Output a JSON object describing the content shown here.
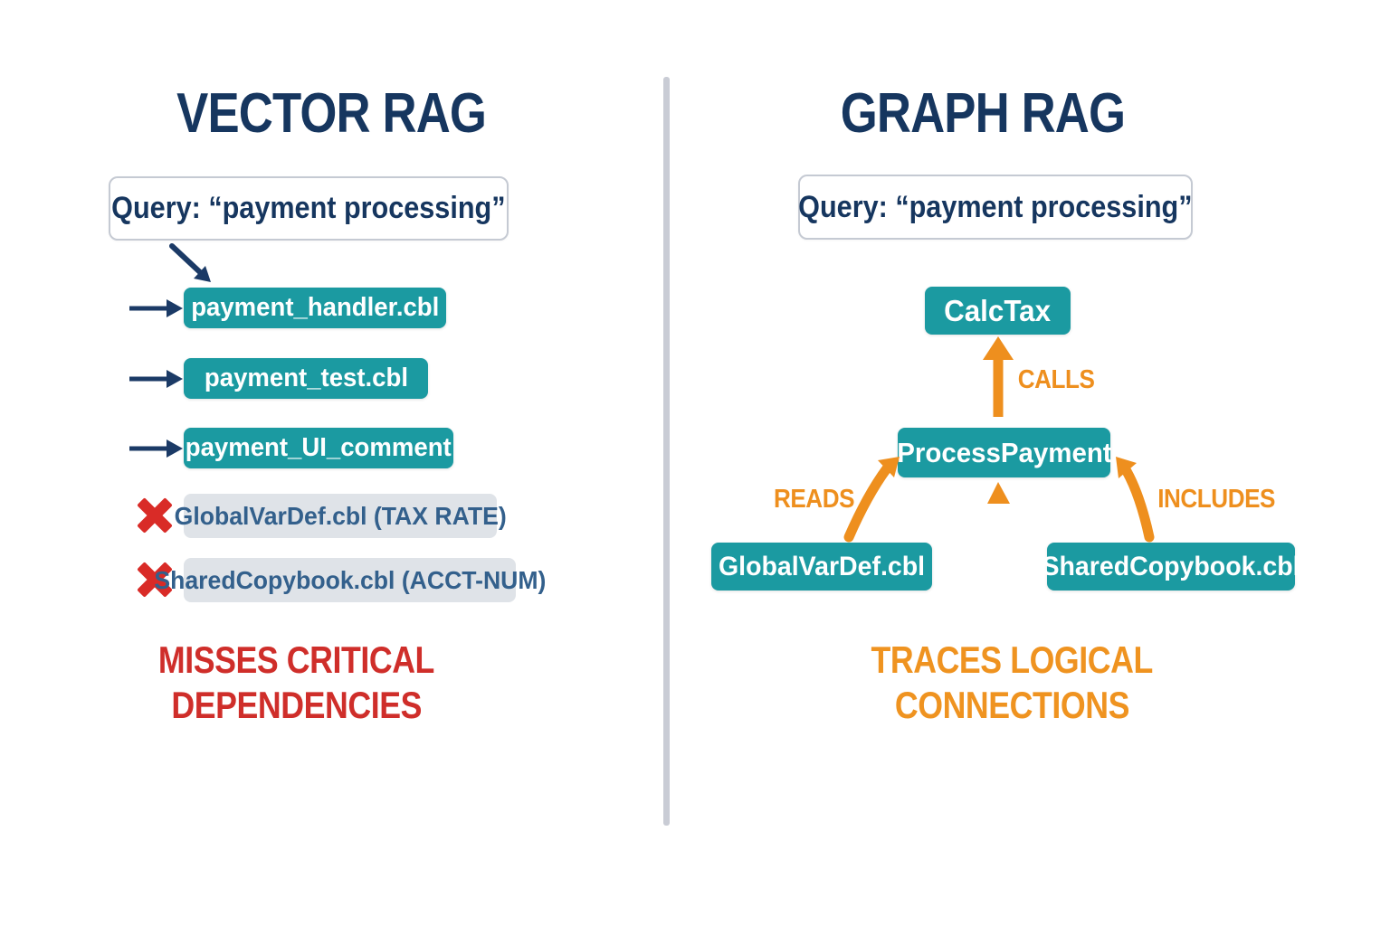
{
  "left": {
    "title": "VECTOR RAG",
    "query": "Query: “payment processing”",
    "results": [
      "payment_handler.cbl",
      "payment_test.cbl",
      "payment_UI_comment"
    ],
    "missed": [
      "GlobalVarDef.cbl (TAX RATE)",
      "SharedCopybook.cbl (ACCT-NUM)"
    ],
    "caption_line1": "MISSES CRITICAL",
    "caption_line2": "DEPENDENCIES"
  },
  "right": {
    "title": "GRAPH RAG",
    "query": "Query: “payment processing”",
    "nodes": {
      "top": "CalcTax",
      "center": "ProcessPayment",
      "bottom_left": "GlobalVarDef.cbl",
      "bottom_right": "SharedCopybook.cbl"
    },
    "edges": {
      "calls": "CALLS",
      "reads": "READS",
      "includes": "INCLUDES"
    },
    "caption_line1": "TRACES LOGICAL",
    "caption_line2": "CONNECTIONS"
  },
  "colors": {
    "navy": "#16365f",
    "teal": "#1b9aa1",
    "orange": "#ee8f1e",
    "x_red": "#d92b27",
    "caption_red": "#cf2e2a",
    "caption_orange": "#ef9320",
    "gray_box_fill": "#dfe3e8",
    "gray_box_text": "#33608c",
    "divider_gray": "#c9ccd5"
  }
}
